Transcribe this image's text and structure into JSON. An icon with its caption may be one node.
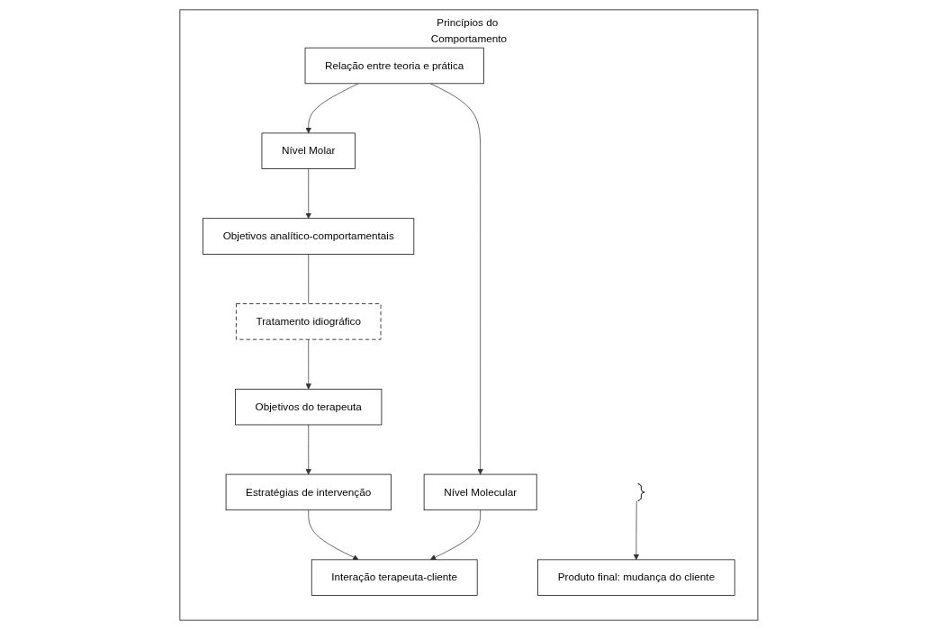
{
  "diagram": {
    "nodes": [
      {
        "text": [
          "Princípios do Comportamento"
        ]
      },
      {
        "text": [
          "Nível Molar"
        ],
        "in": 0
      },
      {
        "text": [
          "Objetivos analítico-comportamentais"
        ],
        "in": 0
      },
      {
        "text": [
          "Tratamento idiográfico"
        ],
        "in": 0
      },
      {
        "text": [
          "Relação entre teoria e prática"
        ],
        "in": 0
      },
      {
        "text": [
          "Objetivos do terapeuta"
        ],
        "in": 0
      },
      {
        "text": [
          "Produto final: mudança do cliente"
        ],
        "in": 0
      },
      {
        "text": [
          "Estratégias de intervenção"
        ],
        "in": 0
      },
      {
        "text": [
          "Nível Molecular"
        ],
        "in": 0
      },
      {
        "text": [
          "Interação terapeuta-cliente"
        ],
        "in": 0
      },
      {
        "text": [],
        "shape": "brace",
        "in": 0
      }
    ],
    "edges": [
      {
        "from": 1,
        "to": 2,
        "arrow": "to"
      },
      {
        "from": 2,
        "to": 3,
        "arrow": "none"
      },
      {
        "from": 3,
        "to": 5,
        "arrow": "to"
      },
      {
        "from": 4,
        "to": 1,
        "arrow": "to"
      },
      {
        "from": 4,
        "to": 8,
        "arrow": "to"
      },
      {
        "from": 5,
        "to": 7,
        "arrow": "to"
      },
      {
        "from": 7,
        "to": 9,
        "arrow": "to"
      },
      {
        "from": 8,
        "to": 9,
        "arrow": "to"
      },
      {
        "from": 10,
        "to": 6,
        "arrow": "to"
      }
    ]
  }
}
